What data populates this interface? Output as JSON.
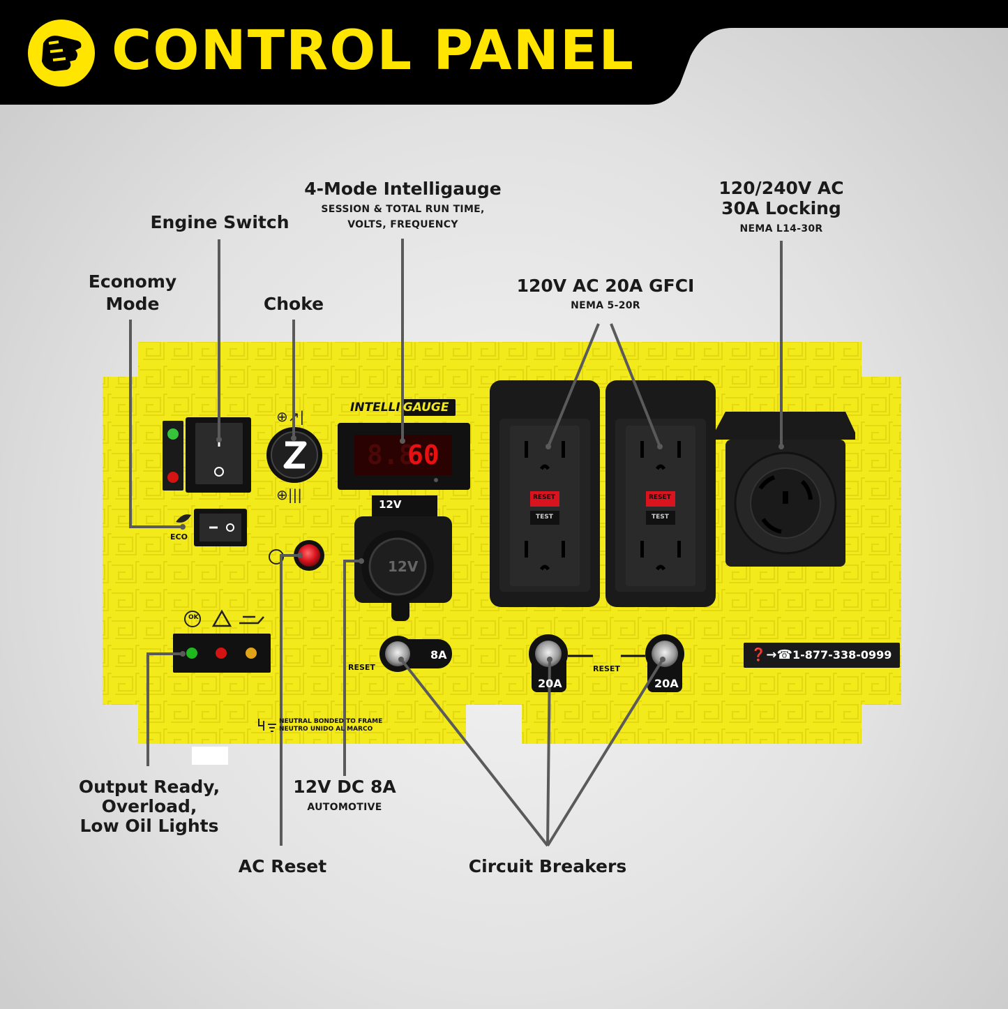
{
  "header": {
    "title": "CONTROL PANEL",
    "logo_icon": "champion-fist-logo"
  },
  "labels": {
    "intelligauge_title": "4-Mode Intelligauge",
    "intelligauge_sub1": "SESSION & TOTAL RUN TIME,",
    "intelligauge_sub2": "VOLTS, FREQUENCY",
    "engine_switch": "Engine Switch",
    "economy_mode_1": "Economy",
    "economy_mode_2": "Mode",
    "choke": "Choke",
    "gfci_title": "120V AC 20A GFCI",
    "gfci_sub": "NEMA 5-20R",
    "locking_1": "120/240V AC",
    "locking_2": "30A Locking",
    "locking_sub": "NEMA L14-30R",
    "output_lights_1": "Output Ready,",
    "output_lights_2": "Overload,",
    "output_lights_3": "Low Oil Lights",
    "dc_title": "12V DC 8A",
    "dc_sub": "AUTOMOTIVE",
    "ac_reset": "AC Reset",
    "circuit_breakers": "Circuit Breakers"
  },
  "panel": {
    "intelligauge_brand_a": "INTELLI",
    "intelligauge_brand_b": "GAUGE",
    "display_value": "60",
    "display_dim": "8.8",
    "eco_label": "ECO",
    "dc_socket_label": "12V",
    "dc_top_label": "12V",
    "breaker_8a": "8A",
    "breaker_20a_1": "20A",
    "breaker_20a_2": "20A",
    "reset_1": "RESET",
    "reset_2": "RESET",
    "ok_badge": "OK",
    "neutral_1": "NEUTRAL BONDED TO FRAME",
    "neutral_2": "NEUTRO UNIDO AL MARCO",
    "phone": "1-877-338-0999",
    "gfci_reset": "RESET",
    "gfci_test": "TEST",
    "switch_on": "I",
    "switch_off": "O",
    "colors": {
      "panel_yellow": "#f3ea1b",
      "brand_yellow": "#ffe500",
      "dark": "#1a1a1a",
      "led_green": "#1fb81f",
      "led_red": "#d41313",
      "led_amber": "#e0a418",
      "reset_red": "#d9141e"
    }
  }
}
